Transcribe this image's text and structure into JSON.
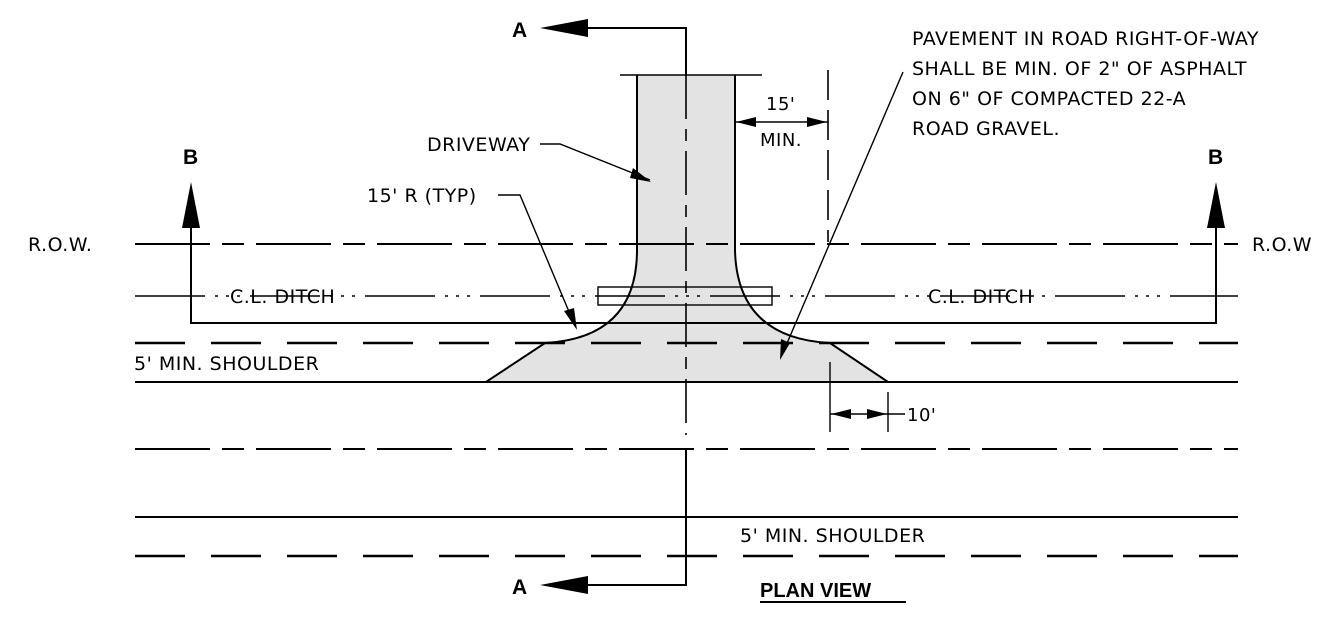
{
  "labels": {
    "section_a_top": "A",
    "section_a_bottom": "A",
    "section_b_left": "B",
    "section_b_right": "B",
    "row_left": "R.O.W.",
    "row_right": "R.O.W",
    "cl_ditch_left": "C.L. DITCH",
    "cl_ditch_right": "C.L. DITCH",
    "shoulder_top": "5' MIN. SHOULDER",
    "shoulder_bottom": "5' MIN. SHOULDER",
    "driveway": "DRIVEWAY",
    "radius": "15' R (TYP)",
    "dim_15_a": "15'",
    "dim_15_b": "MIN.",
    "dim_10": "10'",
    "note_line_1": "PAVEMENT IN ROAD RIGHT-OF-WAY",
    "note_line_2": "SHALL BE MIN. OF 2\" OF ASPHALT",
    "note_line_3": "ON 6\" OF COMPACTED 22-A",
    "note_line_4": "ROAD GRAVEL.",
    "title": "PLAN VIEW"
  },
  "colors": {
    "line": "#000000",
    "driveway_fill": "#e3e3e3",
    "background": "#ffffff"
  }
}
